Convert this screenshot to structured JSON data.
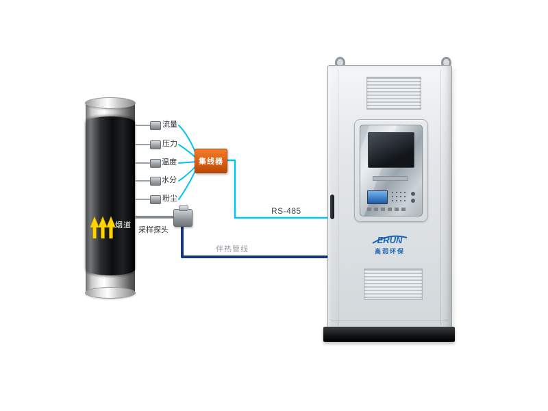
{
  "diagram": {
    "stack": {
      "label": "烟道"
    },
    "sensors": [
      {
        "label": "流量"
      },
      {
        "label": "压力"
      },
      {
        "label": "温度"
      },
      {
        "label": "水分"
      },
      {
        "label": "粉尘"
      }
    ],
    "hub": {
      "label": "集线器"
    },
    "probe": {
      "label": "采样探头"
    },
    "links": {
      "rs485": "RS-485",
      "heat_trace": "伴热管线"
    },
    "cabinet": {
      "logo_text": "ERUN",
      "logo_subtext": "高润环保"
    },
    "colors": {
      "signal_line": "#00c6ef",
      "heat_line": "#17357d",
      "hub_fill": "#e8650f",
      "arrow_fill": "#ffd400",
      "logo_blue": "#1a63b0"
    }
  }
}
